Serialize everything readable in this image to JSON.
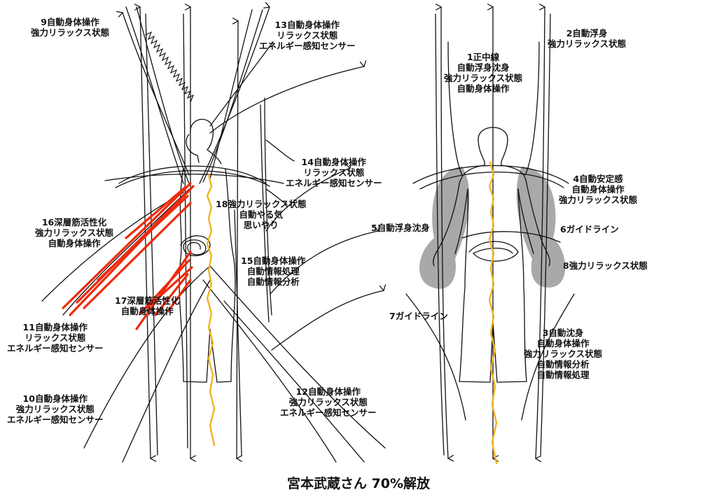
{
  "title": "宮本武蔵さん 70%解放",
  "colors": {
    "ink": "#111111",
    "red": "#ee2a0c",
    "orange": "#f2b31f",
    "gray": "#9a9a9a"
  },
  "labels": {
    "l1": [
      "1正中線",
      "自動浮身沈身",
      "強力リラックス状態",
      "自動身体操作"
    ],
    "l2": [
      "2自動浮身",
      "強力リラックス状態"
    ],
    "l3": [
      "3自動沈身",
      "自動身体操作",
      "強力リラックス状態",
      "自動情報分析",
      "自動情報処理"
    ],
    "l4": [
      "4自動安定感",
      "自動身体操作",
      "強力リラックス状態"
    ],
    "l5": [
      "5自動浮身沈身"
    ],
    "l6": [
      "6ガイドライン"
    ],
    "l7": [
      "7ガイドライン"
    ],
    "l8": [
      "8強力リラックス状態"
    ],
    "l9": [
      "9自動身体操作",
      "強力リラックス状態"
    ],
    "l10": [
      "10自動身体操作",
      "強力リラックス状態",
      "エネルギー感知センサー"
    ],
    "l11": [
      "11自動身体操作",
      "リラックス状態",
      "エネルギー感知センサー"
    ],
    "l12": [
      "12自動身体操作",
      "強力リラックス状態",
      "エネルギー感知センサー"
    ],
    "l13": [
      "13自動身体操作",
      "リラックス状態",
      "エネルギー感知センサー"
    ],
    "l14": [
      "14自動身体操作",
      "リラックス状態",
      "エネルギー感知センサー"
    ],
    "l15": [
      "15自動身体操作",
      "自動情報処理",
      "自動情報分析"
    ],
    "l16": [
      "16深層筋活性化",
      "強力リラックス状態",
      "自動身体操作"
    ],
    "l17": [
      "17深層筋活性化",
      "自動身体操作"
    ],
    "l18": [
      "18強力リラックス状態",
      "自動やる気",
      "思いやり"
    ]
  }
}
